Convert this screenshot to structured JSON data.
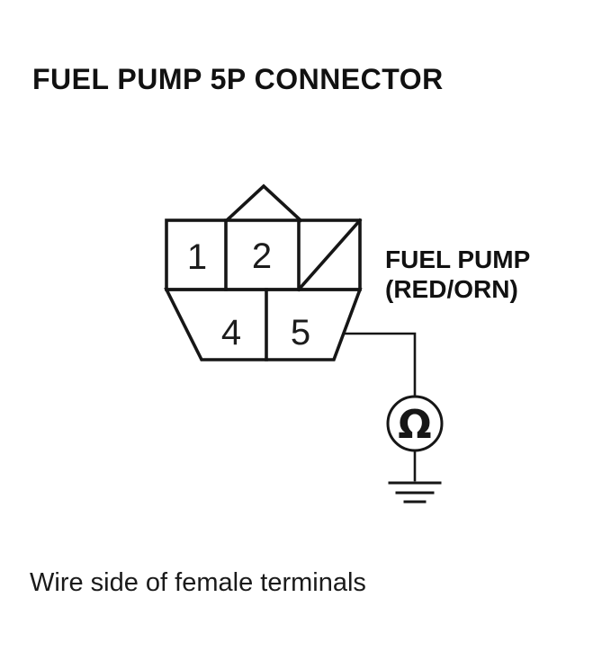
{
  "title": "FUEL PUMP 5P CONNECTOR",
  "connector": {
    "pins": {
      "pin1": "1",
      "pin2": "2",
      "pin4": "4",
      "pin5": "5"
    }
  },
  "probe_label": {
    "line1": "FUEL PUMP",
    "line2": "(RED/ORN)"
  },
  "meter": {
    "symbol": "Ω"
  },
  "caption": "Wire side of female terminals",
  "colors": {
    "ink": "#161616",
    "background": "#ffffff"
  }
}
